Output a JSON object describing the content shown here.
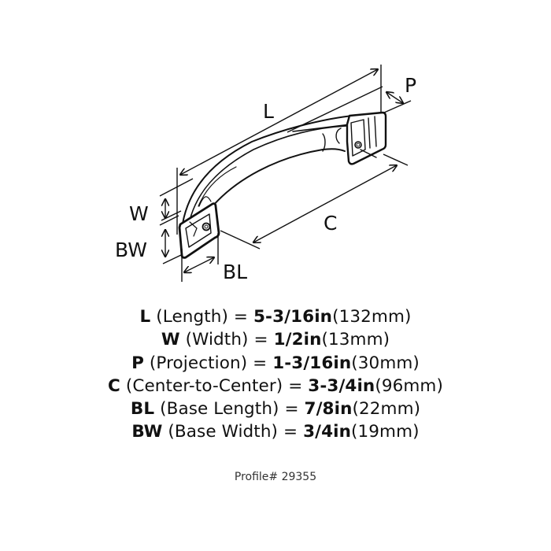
{
  "diagram": {
    "subject": "cabinet pull handle line drawing",
    "labels": {
      "L": "L",
      "P": "P",
      "C": "C",
      "W": "W",
      "BW": "BW",
      "BL": "BL"
    },
    "colors": {
      "line": "#111111",
      "background": "#ffffff"
    }
  },
  "specs": [
    {
      "code": "L",
      "desc": "(Length)",
      "eq": "=",
      "imperial": "5-3/16in",
      "metric": "(132mm)"
    },
    {
      "code": "W",
      "desc": "(Width)",
      "eq": "=",
      "imperial": "1/2in",
      "metric": "(13mm)"
    },
    {
      "code": "P",
      "desc": "(Projection)",
      "eq": "=",
      "imperial": "1-3/16in",
      "metric": "(30mm)"
    },
    {
      "code": "C",
      "desc": "(Center-to-Center)",
      "eq": "=",
      "imperial": "3-3/4in",
      "metric": "(96mm)"
    },
    {
      "code": "BL",
      "desc": "(Base Length)",
      "eq": "=",
      "imperial": "7/8in",
      "metric": "(22mm)"
    },
    {
      "code": "BW",
      "desc": "(Base Width)",
      "eq": "=",
      "imperial": "3/4in",
      "metric": "(19mm)"
    }
  ],
  "profile": "Profile# 29355"
}
